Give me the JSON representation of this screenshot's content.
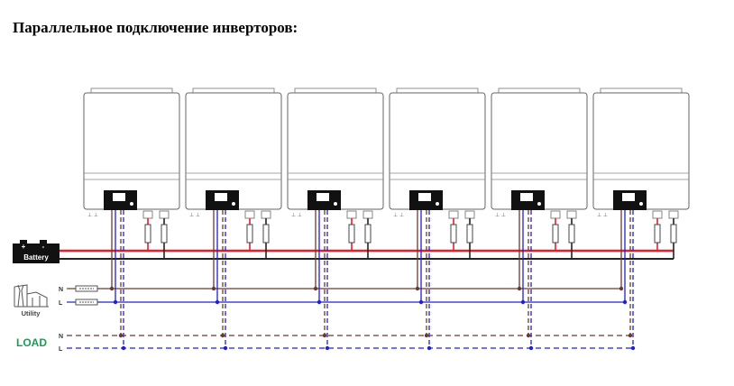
{
  "title": "Параллельное подключение инверторов:",
  "inverter_count": 6,
  "labels": {
    "battery": "Battery",
    "battery_plus": "+",
    "battery_minus": "-",
    "utility": "Utility",
    "load": "LOAD",
    "n": "N",
    "l": "L"
  },
  "colors": {
    "red": "#e0202a",
    "black": "#222222",
    "brown": "#6b3a2e",
    "blue": "#2020d0",
    "load_green": "#1f9a55"
  }
}
